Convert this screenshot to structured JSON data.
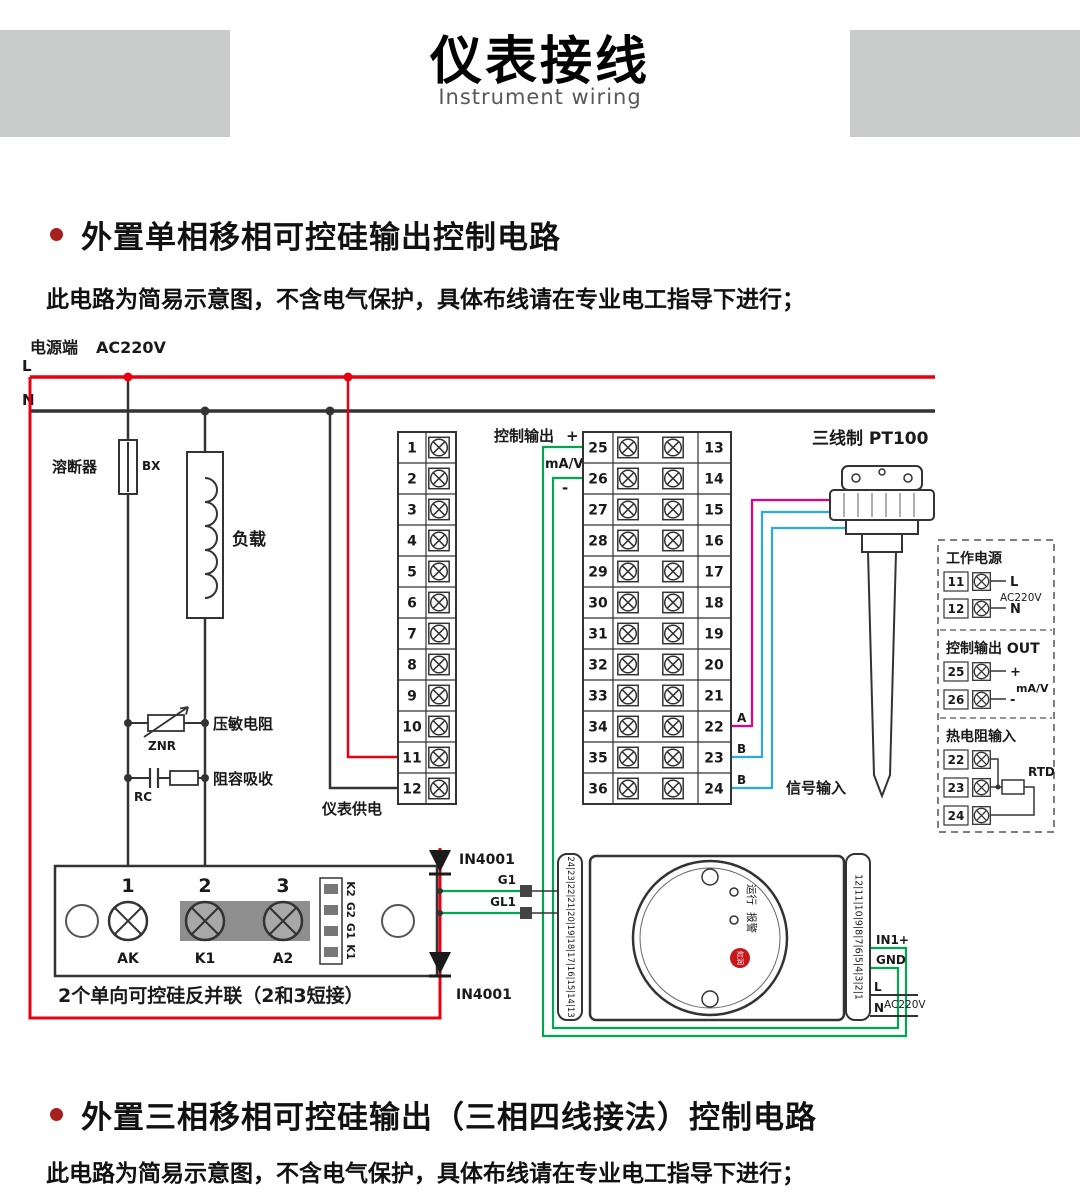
{
  "header": {
    "title": "仪表接线",
    "subtitle": "Instrument wiring"
  },
  "section1": {
    "heading": "外置单相移相可控硅输出控制电路",
    "warning": "此电路为简易示意图，不含电气保护，具体布线请在专业电工指导下进行；"
  },
  "section2": {
    "heading": "外置三相移相可控硅输出（三相四线接法）控制电路",
    "warning": "此电路为简易示意图，不含电气保护，具体布线请在专业电工指导下进行；"
  },
  "diagram": {
    "power_terminal_label": "电源端",
    "power_voltage": "AC220V",
    "line_l": "L",
    "line_n": "N",
    "fuse_label": "溶断器",
    "fuse_code": "BX",
    "load_label": "负载",
    "varistor_label": "压敏电阻",
    "varistor_code": "ZNR",
    "rc_label": "阻容吸收",
    "rc_code": "RC",
    "meter_supply_label": "仪表供电",
    "control_output_label": "控制输出",
    "plus": "+",
    "minus": "-",
    "ma_v": "mA/V",
    "pt100_label": "三线制 PT100",
    "signal_input_label": "信号输入",
    "wire_a": "A",
    "wire_b1": "B",
    "wire_b2": "B",
    "left_terminals": [
      "1",
      "2",
      "3",
      "4",
      "5",
      "6",
      "7",
      "8",
      "9",
      "10",
      "11",
      "12"
    ],
    "mid_terminals": [
      "25",
      "26",
      "27",
      "28",
      "29",
      "30",
      "31",
      "32",
      "33",
      "34",
      "35",
      "36"
    ],
    "right_terminals": [
      "13",
      "14",
      "15",
      "16",
      "17",
      "18",
      "19",
      "20",
      "21",
      "22",
      "23",
      "24"
    ],
    "diode1": "IN4001",
    "diode2": "IN4001",
    "side_panel": {
      "work_power_label": "工作电源",
      "t11": "11",
      "t12": "12",
      "l": "L",
      "n": "N",
      "voltage": "AC220V",
      "ctrl_out_label": "控制输出 OUT",
      "t25": "25",
      "t26": "26",
      "plus": "+",
      "minus": "-",
      "unit": "mA/V",
      "rtd_label": "热电阻输入",
      "t22": "22",
      "t23": "23",
      "t24": "24",
      "rtd": "RTD"
    },
    "scr_module": {
      "t1": "1",
      "t2": "2",
      "t3": "3",
      "pin1": "AK",
      "pin2": "K1",
      "pin3": "A2",
      "conn1": "K2",
      "conn2": "G2",
      "conn3": "G1",
      "conn4": "K1",
      "note": "2个单向可控硅反并联（2和3短接）"
    },
    "trigger": {
      "left_strip": "24|23|22|21|20|19|18|17|16|15|14|13",
      "right_strip": "12|11|10|9|8|7|6|5|4|3|2|1",
      "g1": "G1",
      "gl1": "GL1",
      "run": "运行",
      "alarm": "报警",
      "brand": "虹润",
      "in1": "IN1+",
      "gnd": "GND",
      "voltage": "AC220V",
      "l": "L",
      "n": "N"
    },
    "colors": {
      "live": "#e60012",
      "neutral": "#333333",
      "control": "#00a651",
      "signal_a": "#e6007e",
      "signal_b": "#29abe2"
    }
  }
}
